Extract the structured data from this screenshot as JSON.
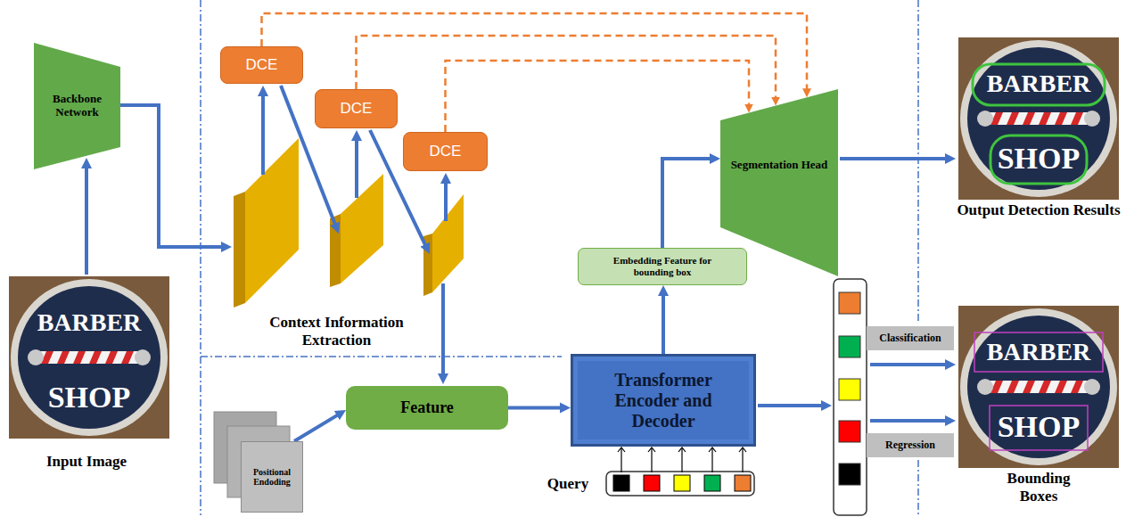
{
  "diagram": {
    "nodes": [
      {
        "text": [
          "Backbone Network"
        ]
      },
      {
        "text": [
          "DCE"
        ]
      },
      {
        "text": [
          "DCE"
        ]
      },
      {
        "text": [
          "DCE"
        ]
      },
      {
        "text": [
          "Segmentation Head"
        ]
      },
      {
        "text": [
          "Embedding Feature for bounding box"
        ]
      },
      {
        "text": [
          "Feature"
        ]
      },
      {
        "text": [
          "Transformer Encoder and Decoder"
        ]
      },
      {
        "text": [
          "Positional Endoding"
        ]
      },
      {
        "text": [
          "Classification"
        ]
      },
      {
        "text": [
          "Regression"
        ]
      }
    ],
    "edges": [
      {
        "from": 1,
        "to": 4,
        "arrow": "to"
      },
      {
        "from": 2,
        "to": 4,
        "arrow": "to"
      },
      {
        "from": 3,
        "to": 4,
        "arrow": "to"
      },
      {
        "from": 8,
        "to": 6,
        "arrow": "to"
      },
      {
        "from": 6,
        "to": 7,
        "arrow": "to"
      },
      {
        "from": 7,
        "to": 5,
        "arrow": "to"
      },
      {
        "from": 5,
        "to": 4,
        "arrow": "to"
      }
    ],
    "labels": [
      "Context Information Extraction",
      "BARBER",
      "SHOP",
      "Output Detection Results",
      "BARBER",
      "SHOP",
      "Input Image",
      "Query",
      "BARBER",
      "SHOP",
      "Bounding Boxes"
    ]
  }
}
